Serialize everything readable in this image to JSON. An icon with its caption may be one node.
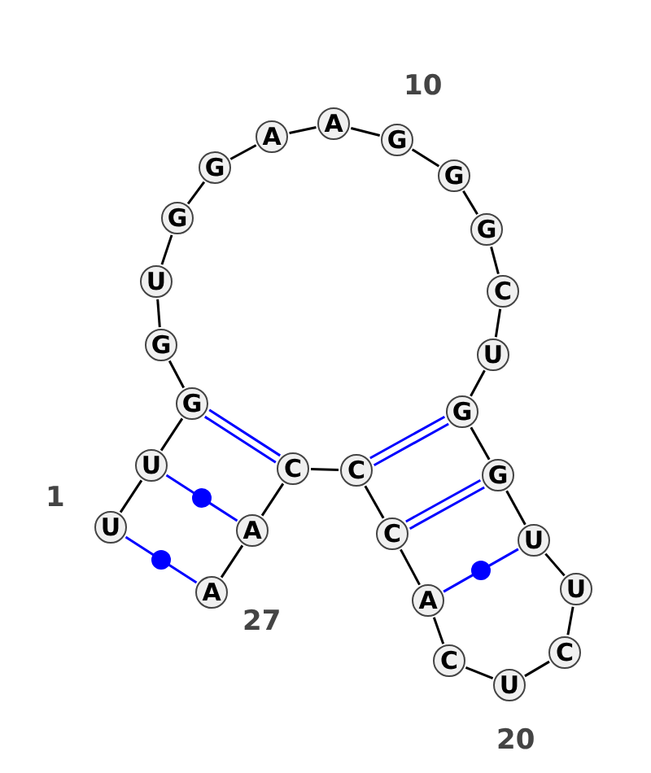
{
  "diagram": {
    "nodes": [
      {
        "text": [
          "U"
        ]
      },
      {
        "text": [
          "U"
        ]
      },
      {
        "text": [
          "G"
        ]
      },
      {
        "text": [
          "G"
        ]
      },
      {
        "text": [
          "U"
        ]
      },
      {
        "text": [
          "G"
        ]
      },
      {
        "text": [
          "G"
        ]
      },
      {
        "text": [
          "A"
        ]
      },
      {
        "text": [
          "A"
        ]
      },
      {
        "text": [
          "G"
        ]
      },
      {
        "text": [
          "G"
        ]
      },
      {
        "text": [
          "G"
        ]
      },
      {
        "text": [
          "C"
        ]
      },
      {
        "text": [
          "U"
        ]
      },
      {
        "text": [
          "G"
        ]
      },
      {
        "text": [
          "G"
        ]
      },
      {
        "text": [
          "U"
        ]
      },
      {
        "text": [
          "U"
        ]
      },
      {
        "text": [
          "C"
        ]
      },
      {
        "text": [
          "U"
        ]
      },
      {
        "text": [
          "C"
        ]
      },
      {
        "text": [
          "A"
        ]
      },
      {
        "text": [
          "C"
        ]
      },
      {
        "text": [
          "C"
        ]
      },
      {
        "text": [
          "C"
        ]
      },
      {
        "text": [
          "A"
        ]
      },
      {
        "text": [
          "A"
        ]
      }
    ],
    "edges": [
      {
        "from": 0,
        "to": 1,
        "arrow": "none"
      },
      {
        "from": 1,
        "to": 2,
        "arrow": "none"
      },
      {
        "from": 2,
        "to": 3,
        "arrow": "none"
      },
      {
        "from": 3,
        "to": 4,
        "arrow": "none"
      },
      {
        "from": 4,
        "to": 5,
        "arrow": "none"
      },
      {
        "from": 5,
        "to": 6,
        "arrow": "none"
      },
      {
        "from": 6,
        "to": 7,
        "arrow": "none"
      },
      {
        "from": 7,
        "to": 8,
        "arrow": "none"
      },
      {
        "from": 8,
        "to": 9,
        "arrow": "none"
      },
      {
        "from": 9,
        "to": 10,
        "arrow": "none"
      },
      {
        "from": 10,
        "to": 11,
        "arrow": "none"
      },
      {
        "from": 11,
        "to": 12,
        "arrow": "none"
      },
      {
        "from": 12,
        "to": 13,
        "arrow": "none"
      },
      {
        "from": 13,
        "to": 14,
        "arrow": "none"
      },
      {
        "from": 14,
        "to": 15,
        "arrow": "none"
      },
      {
        "from": 15,
        "to": 16,
        "arrow": "none"
      },
      {
        "from": 16,
        "to": 17,
        "arrow": "none"
      },
      {
        "from": 17,
        "to": 18,
        "arrow": "none"
      },
      {
        "from": 18,
        "to": 19,
        "arrow": "none"
      },
      {
        "from": 19,
        "to": 20,
        "arrow": "none"
      },
      {
        "from": 20,
        "to": 21,
        "arrow": "none"
      },
      {
        "from": 21,
        "to": 22,
        "arrow": "none"
      },
      {
        "from": 22,
        "to": 23,
        "arrow": "none"
      },
      {
        "from": 23,
        "to": 24,
        "arrow": "none"
      },
      {
        "from": 24,
        "to": 25,
        "arrow": "none"
      },
      {
        "from": 25,
        "to": 26,
        "arrow": "none"
      },
      {
        "from": 0,
        "to": 26,
        "arrow": "none",
        "color": "#0000ff"
      },
      {
        "from": 1,
        "to": 25,
        "arrow": "none",
        "color": "#0000ff"
      },
      {
        "from": 2,
        "to": 24,
        "arrow": "none",
        "color": "#0000ff"
      },
      {
        "from": 23,
        "to": 14,
        "arrow": "none",
        "color": "#0000ff"
      },
      {
        "from": 22,
        "to": 15,
        "arrow": "none",
        "color": "#0000ff"
      },
      {
        "from": 21,
        "to": 16,
        "arrow": "none",
        "color": "#0000ff"
      }
    ],
    "labels": [
      "10",
      "1",
      "27",
      "20"
    ]
  }
}
